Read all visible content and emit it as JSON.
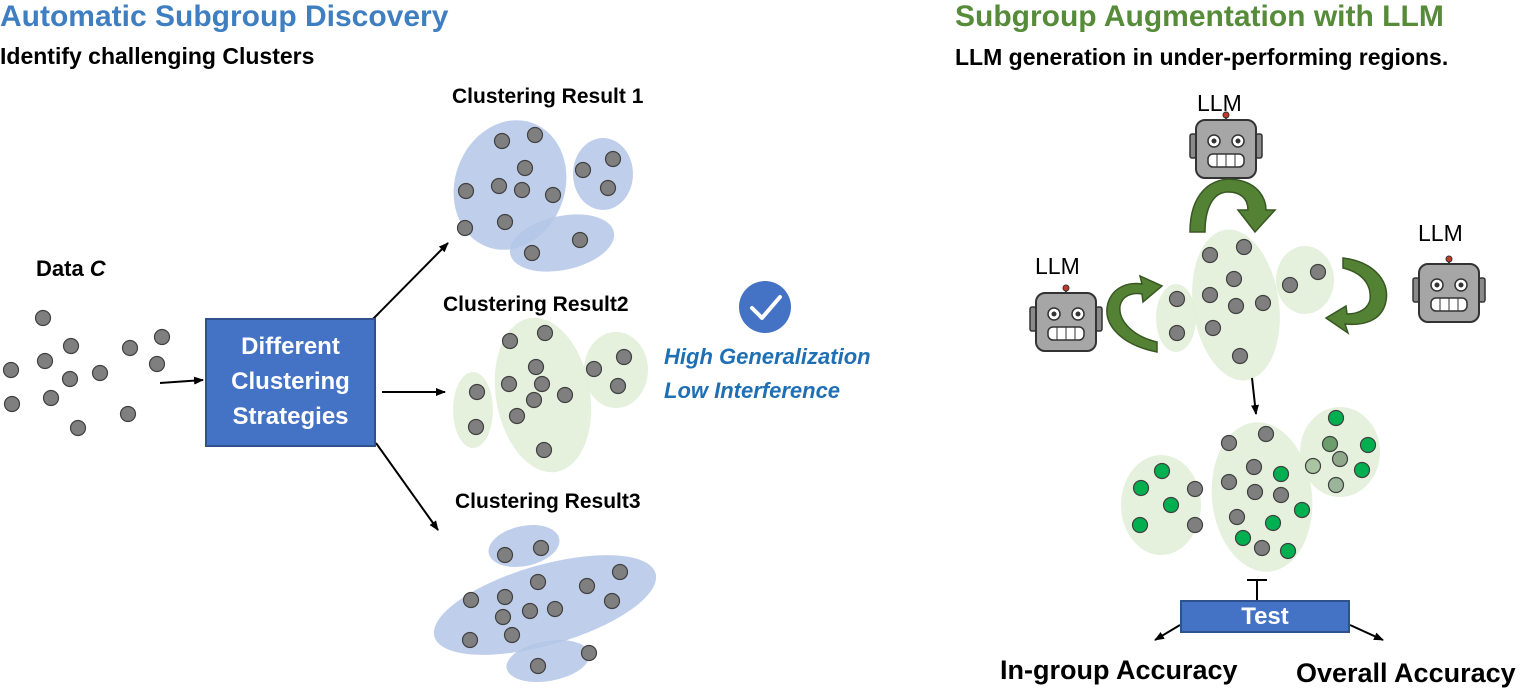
{
  "left": {
    "title": "Automatic Subgroup Discovery",
    "subtitle": "Identify challenging Clusters",
    "data_label_prefix": "Data ",
    "data_label_var": "C",
    "strategies": [
      "Different",
      "Clustering",
      "Strategies"
    ],
    "results": [
      "Clustering Result 1",
      "Clustering Result2",
      "Clustering Result3"
    ],
    "benefits": [
      "High Generalization",
      "Low Interference"
    ],
    "check_icon": "checkmark-circle-icon"
  },
  "right": {
    "title": "Subgroup Augmentation with LLM",
    "subtitle": "LLM generation in under-performing regions.",
    "llm_labels": [
      "LLM",
      "LLM",
      "LLM"
    ],
    "robot_icon": "robot-icon",
    "test_label": "Test",
    "accuracies": [
      "In-group Accuracy",
      "Overall Accuracy"
    ]
  },
  "colors": {
    "title_blue": "#3f7fc1",
    "title_green": "#568b3a",
    "box_blue": "#4472c4",
    "cluster_blue": "#b4c7e7",
    "cluster_green": "#e2f0d9",
    "point_gray": "#7f7f7f",
    "point_green": "#00b050",
    "arrow_green": "#548235"
  }
}
